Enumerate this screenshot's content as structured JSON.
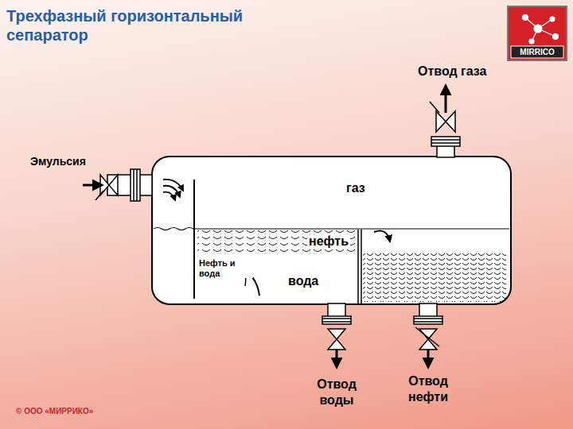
{
  "diagram": {
    "title": "Трехфазный горизонтальный сепаратор",
    "nodes": [
      {
        "text": [
          "газ",
          "нефть",
          "Нефть и вода",
          "вода"
        ]
      },
      {
        "text": [
          "MIRRICO"
        ]
      }
    ],
    "labels": [
      "Отвод газа",
      "Эмульсия",
      "Отвод воды",
      "Отвод нефти",
      "© ООО «МИРРИКО»"
    ]
  }
}
